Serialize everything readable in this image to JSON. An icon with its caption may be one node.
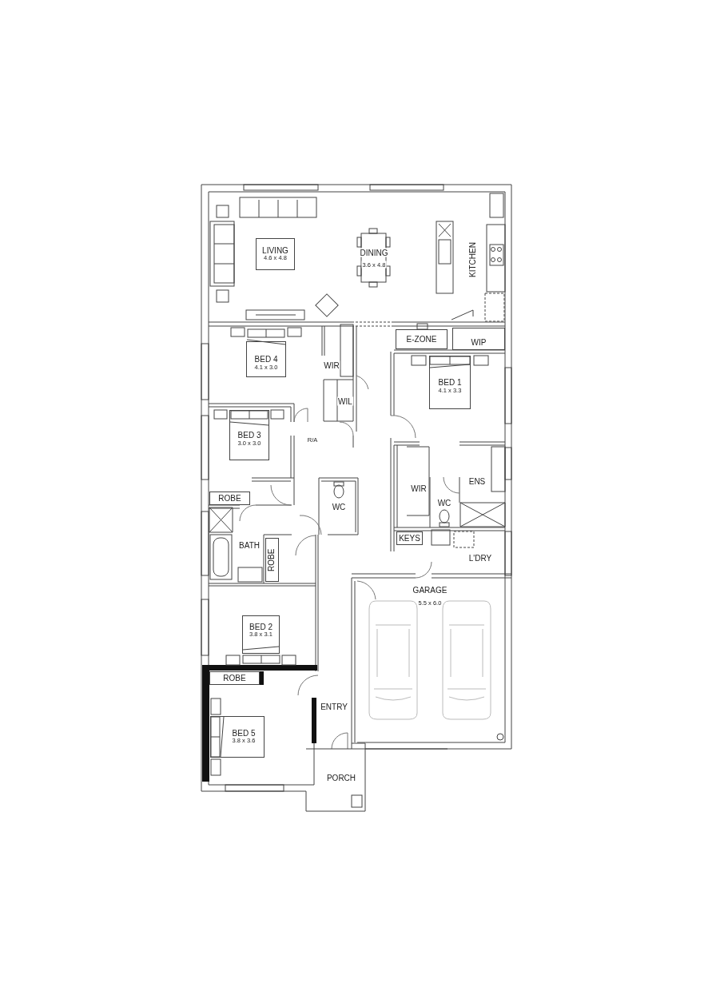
{
  "diagram": {
    "nodes": [
      {
        "text": [
          "LIVING",
          "4.6 x 4.8"
        ]
      },
      {
        "text": [
          "E-ZONE"
        ]
      },
      {
        "text": [
          "WIP"
        ]
      },
      {
        "text": [
          "BED 4",
          "4.1 x 3.0"
        ]
      },
      {
        "text": [
          "BED 1",
          "4.1 x 3.3"
        ]
      },
      {
        "text": [
          "BED 3",
          "3.0 x 3.0"
        ]
      },
      {
        "text": [
          "ROBE"
        ]
      },
      {
        "text": [
          "ROBE"
        ]
      },
      {
        "text": [
          "KEYS"
        ]
      },
      {
        "text": [
          "BED 2",
          "3.8 x 3.1"
        ]
      },
      {
        "text": [
          "ROBE"
        ]
      },
      {
        "text": [
          "BED 5",
          "3.8 x 3.6"
        ]
      }
    ],
    "labels": [
      "DINING",
      "3.6 x 4.8",
      "KITCHEN",
      "WIR",
      "WIL",
      "R/A",
      "ENS",
      "WIR",
      "WC",
      "WC",
      "BATH",
      "L'DRY",
      "GARAGE",
      "5.5 x 6.0",
      "ENTRY",
      "PORCH"
    ]
  }
}
